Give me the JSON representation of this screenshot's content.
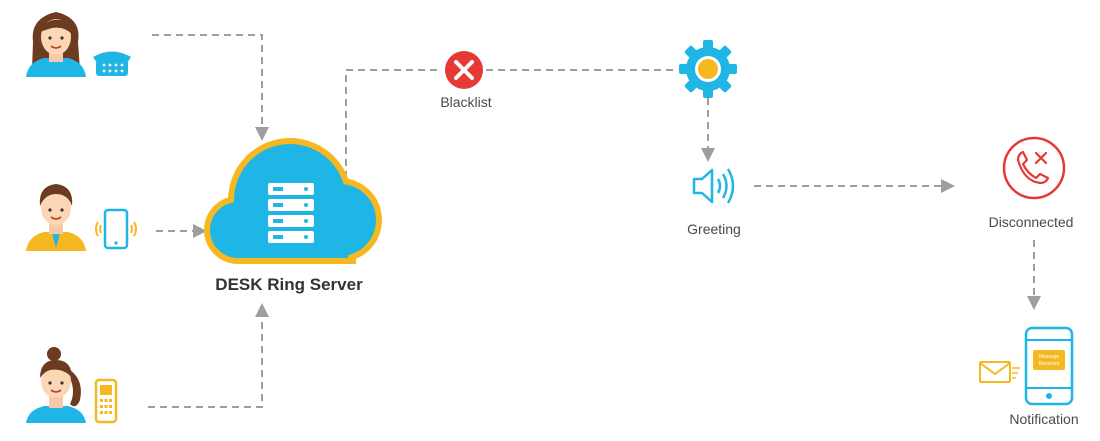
{
  "diagram": {
    "server": {
      "label": "DESK Ring Server"
    },
    "steps": {
      "blacklist": "Blacklist",
      "greeting": "Greeting",
      "disconnected": "Disconnected",
      "notification": "Notification"
    },
    "notification_bubble": {
      "line1": "Message",
      "line2": "Received"
    },
    "icons": [
      "woman-avatar-icon",
      "desk-phone-icon",
      "man-avatar-icon",
      "smartphone-ringing-icon",
      "girl-avatar-icon",
      "mobile-phone-icon",
      "cloud-server-icon",
      "blacklist-x-icon",
      "gear-icon",
      "speaker-icon",
      "call-disconnected-icon",
      "envelope-icon",
      "phone-notification-icon"
    ],
    "colors": {
      "arrow": "#9e9e9e",
      "accent_blue": "#1fb6e6",
      "accent_yellow": "#f5b820",
      "alert_red": "#e53935",
      "text": "#4a4a4a"
    }
  }
}
